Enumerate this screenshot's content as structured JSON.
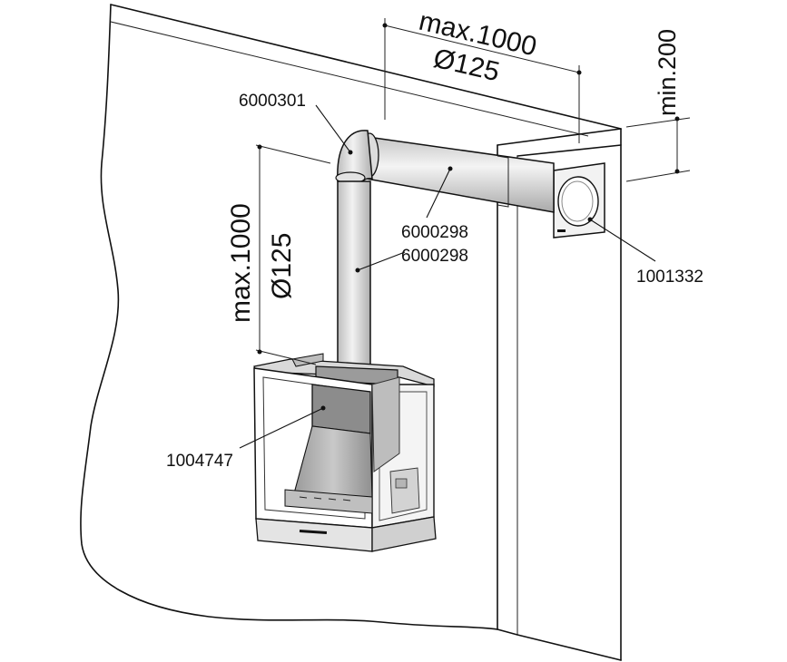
{
  "labels": {
    "elbow_part": "6000301",
    "horizontal_pipe_part": "6000298",
    "vertical_pipe_part": "6000298",
    "wall_terminal_part": "1001332",
    "fireplace_part": "1004747"
  },
  "dimensions": {
    "horizontal_length": "max.1000",
    "horizontal_diameter": "Ø125",
    "vertical_length": "max.1000",
    "vertical_diameter": "Ø125",
    "wall_clearance": "min.200"
  },
  "colors": {
    "line": "#111111",
    "pipe_fill": "#e6e6e6",
    "stove_body": "#cfcfcf",
    "stove_dark": "#8c8c8c",
    "background": "#ffffff"
  }
}
